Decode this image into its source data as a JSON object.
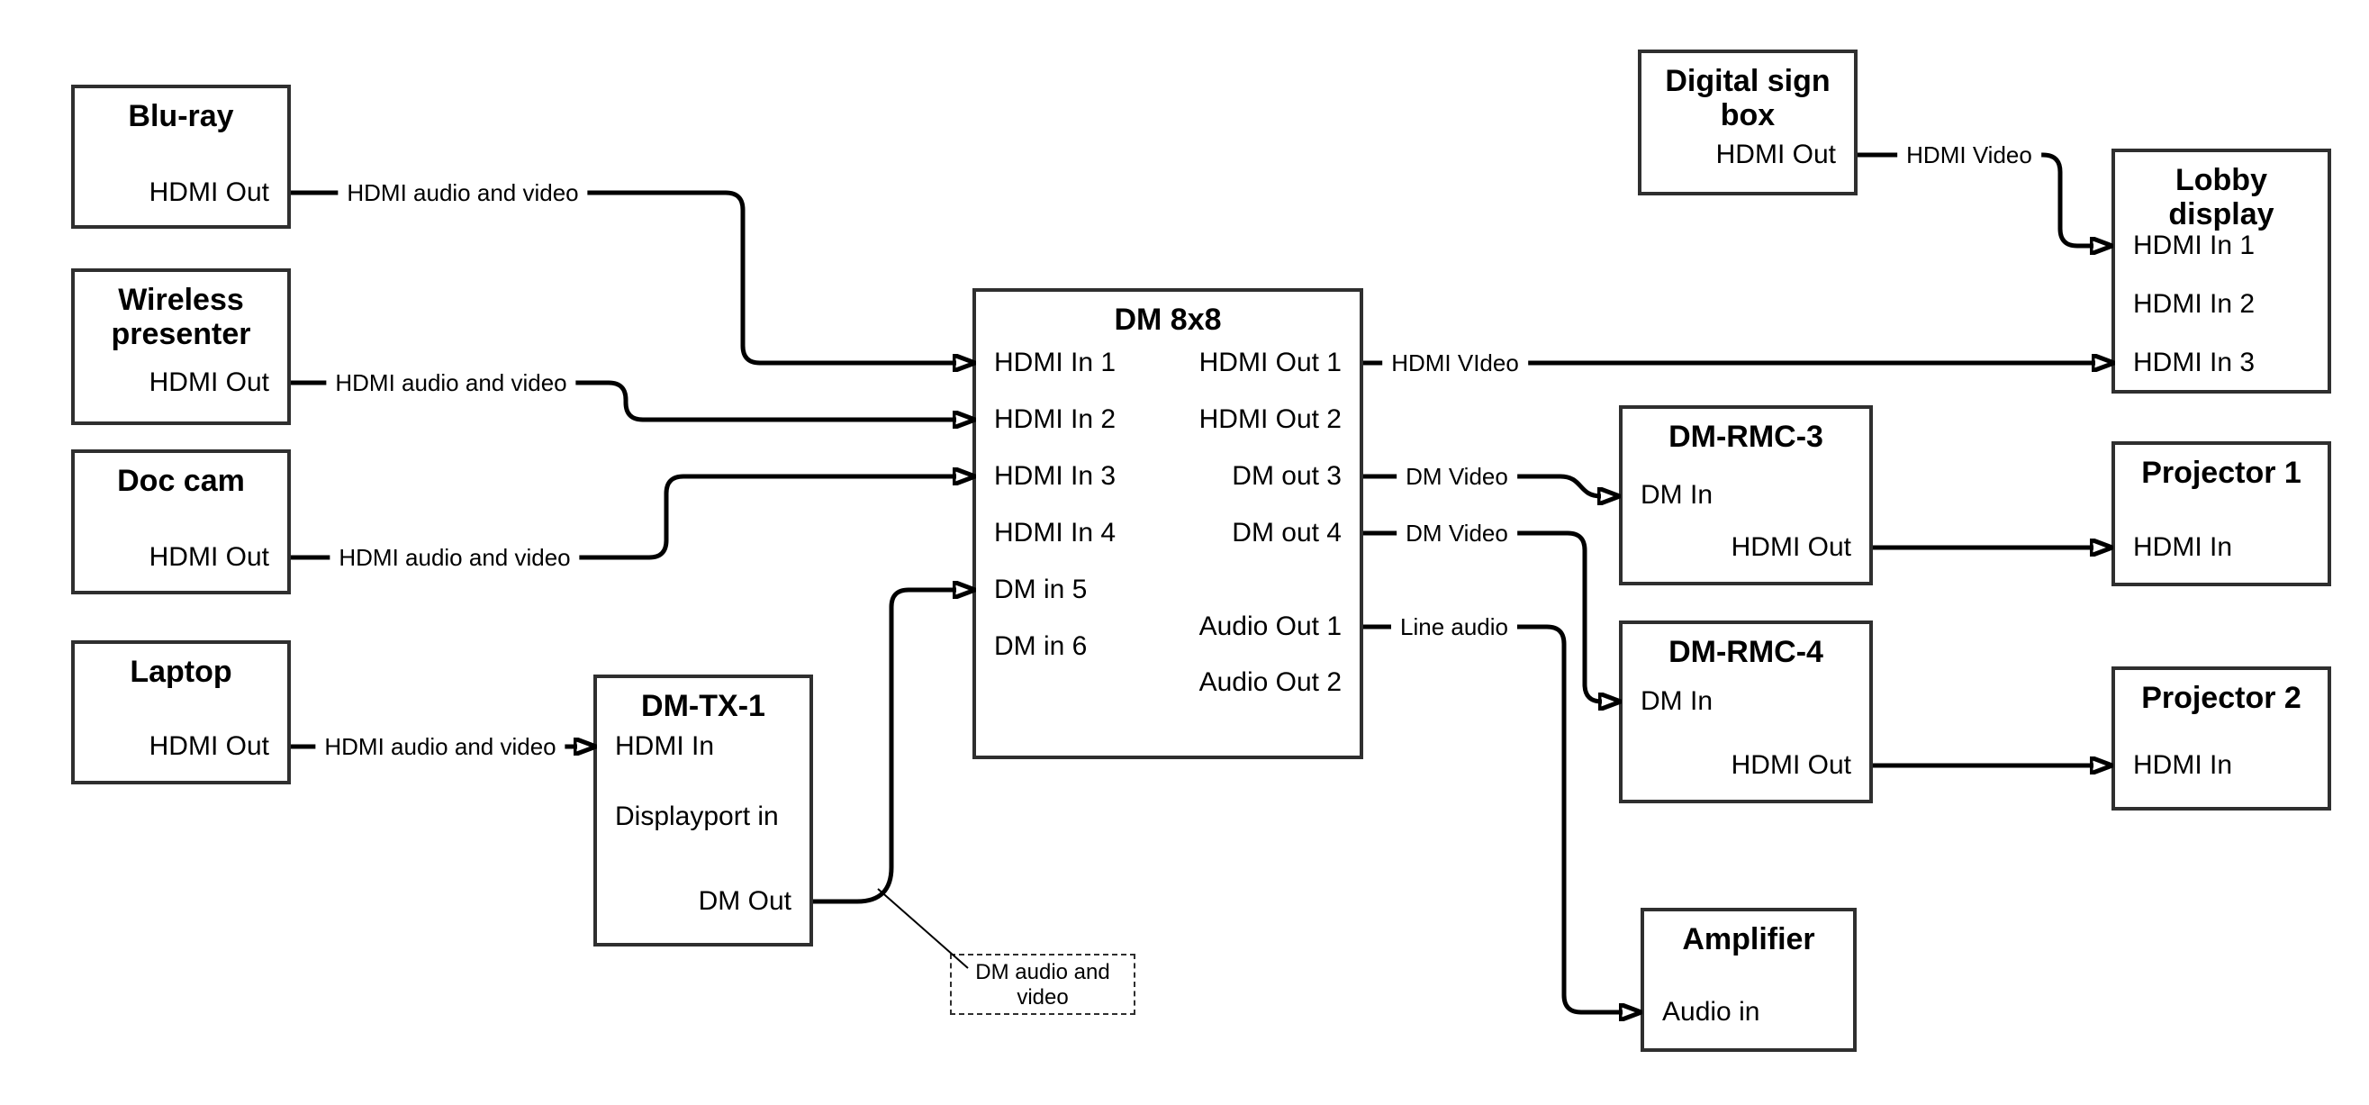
{
  "nodes": {
    "bluray": {
      "title": "Blu-ray",
      "ports": {
        "hdmi_out": "HDMI Out"
      }
    },
    "wireless_presenter": {
      "title": "Wireless presenter",
      "ports": {
        "hdmi_out": "HDMI Out"
      }
    },
    "doc_cam": {
      "title": "Doc cam",
      "ports": {
        "hdmi_out": "HDMI Out"
      }
    },
    "laptop": {
      "title": "Laptop",
      "ports": {
        "hdmi_out": "HDMI Out"
      }
    },
    "dm_tx_1": {
      "title": "DM-TX-1",
      "ports": {
        "hdmi_in": "HDMI In",
        "displayport_in": "Displayport in",
        "dm_out": "DM Out"
      }
    },
    "dm_8x8": {
      "title": "DM 8x8",
      "ports": {
        "hdmi_in_1": "HDMI In 1",
        "hdmi_in_2": "HDMI In 2",
        "hdmi_in_3": "HDMI In 3",
        "hdmi_in_4": "HDMI In 4",
        "dm_in_5": "DM in 5",
        "dm_in_6": "DM in 6",
        "hdmi_out_1": "HDMI Out 1",
        "hdmi_out_2": "HDMI Out 2",
        "dm_out_3": "DM out 3",
        "dm_out_4": "DM out 4",
        "audio_out_1": "Audio Out 1",
        "audio_out_2": "Audio Out 2"
      }
    },
    "digital_sign_box": {
      "title": "Digital sign box",
      "ports": {
        "hdmi_out": "HDMI Out"
      }
    },
    "lobby_display": {
      "title": "Lobby display",
      "ports": {
        "hdmi_in_1": "HDMI In 1",
        "hdmi_in_2": "HDMI In 2",
        "hdmi_in_3": "HDMI In 3"
      }
    },
    "dm_rmc_3": {
      "title": "DM-RMC-3",
      "ports": {
        "dm_in": "DM In",
        "hdmi_out": "HDMI Out"
      }
    },
    "projector_1": {
      "title": "Projector 1",
      "ports": {
        "hdmi_in": "HDMI In"
      }
    },
    "dm_rmc_4": {
      "title": "DM-RMC-4",
      "ports": {
        "dm_in": "DM In",
        "hdmi_out": "HDMI Out"
      }
    },
    "projector_2": {
      "title": "Projector 2",
      "ports": {
        "hdmi_in": "HDMI In"
      }
    },
    "amplifier": {
      "title": "Amplifier",
      "ports": {
        "audio_in": "Audio in"
      }
    }
  },
  "edge_labels": {
    "bluray_to_dm8x8": "HDMI audio and video",
    "wireless_to_dm8x8": "HDMI audio and video",
    "doccam_to_dm8x8": "HDMI audio and video",
    "laptop_to_dmtx1": "HDMI audio and video",
    "dm8x8_to_lobby": "HDMI VIdeo",
    "dm8x8_to_rmc3": "DM Video",
    "dm8x8_to_rmc4": "DM Video",
    "dm8x8_to_amplifier": "Line audio",
    "digitalsign_to_lobby": "HDMI Video"
  },
  "annotation": {
    "dm_audio_video": "DM audio and video"
  }
}
